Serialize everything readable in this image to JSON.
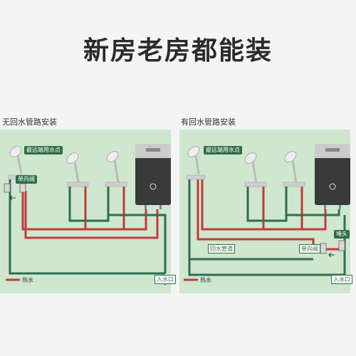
{
  "headline": "新房老房都能装",
  "left_panel": {
    "title": "无回水管路安装",
    "tag_far_outlet": "最远端用水点",
    "tag_check_valve": "单向阀",
    "tag_inlet": "入水口",
    "legend_hot": "热水"
  },
  "right_panel": {
    "title": "有回水管路安装",
    "tag_far_outlet": "最远端用水点",
    "tag_return_pipe": "回水管道",
    "tag_check_valve": "单向阀",
    "tag_plug": "堵头",
    "tag_inlet": "入水口",
    "legend_hot": "热水"
  },
  "colors": {
    "hot_pipe": "#c23a3a",
    "cold_pipe": "#2e6e50",
    "panel_bg": "#cfe6cf",
    "tag_bg": "#2f6e45"
  }
}
